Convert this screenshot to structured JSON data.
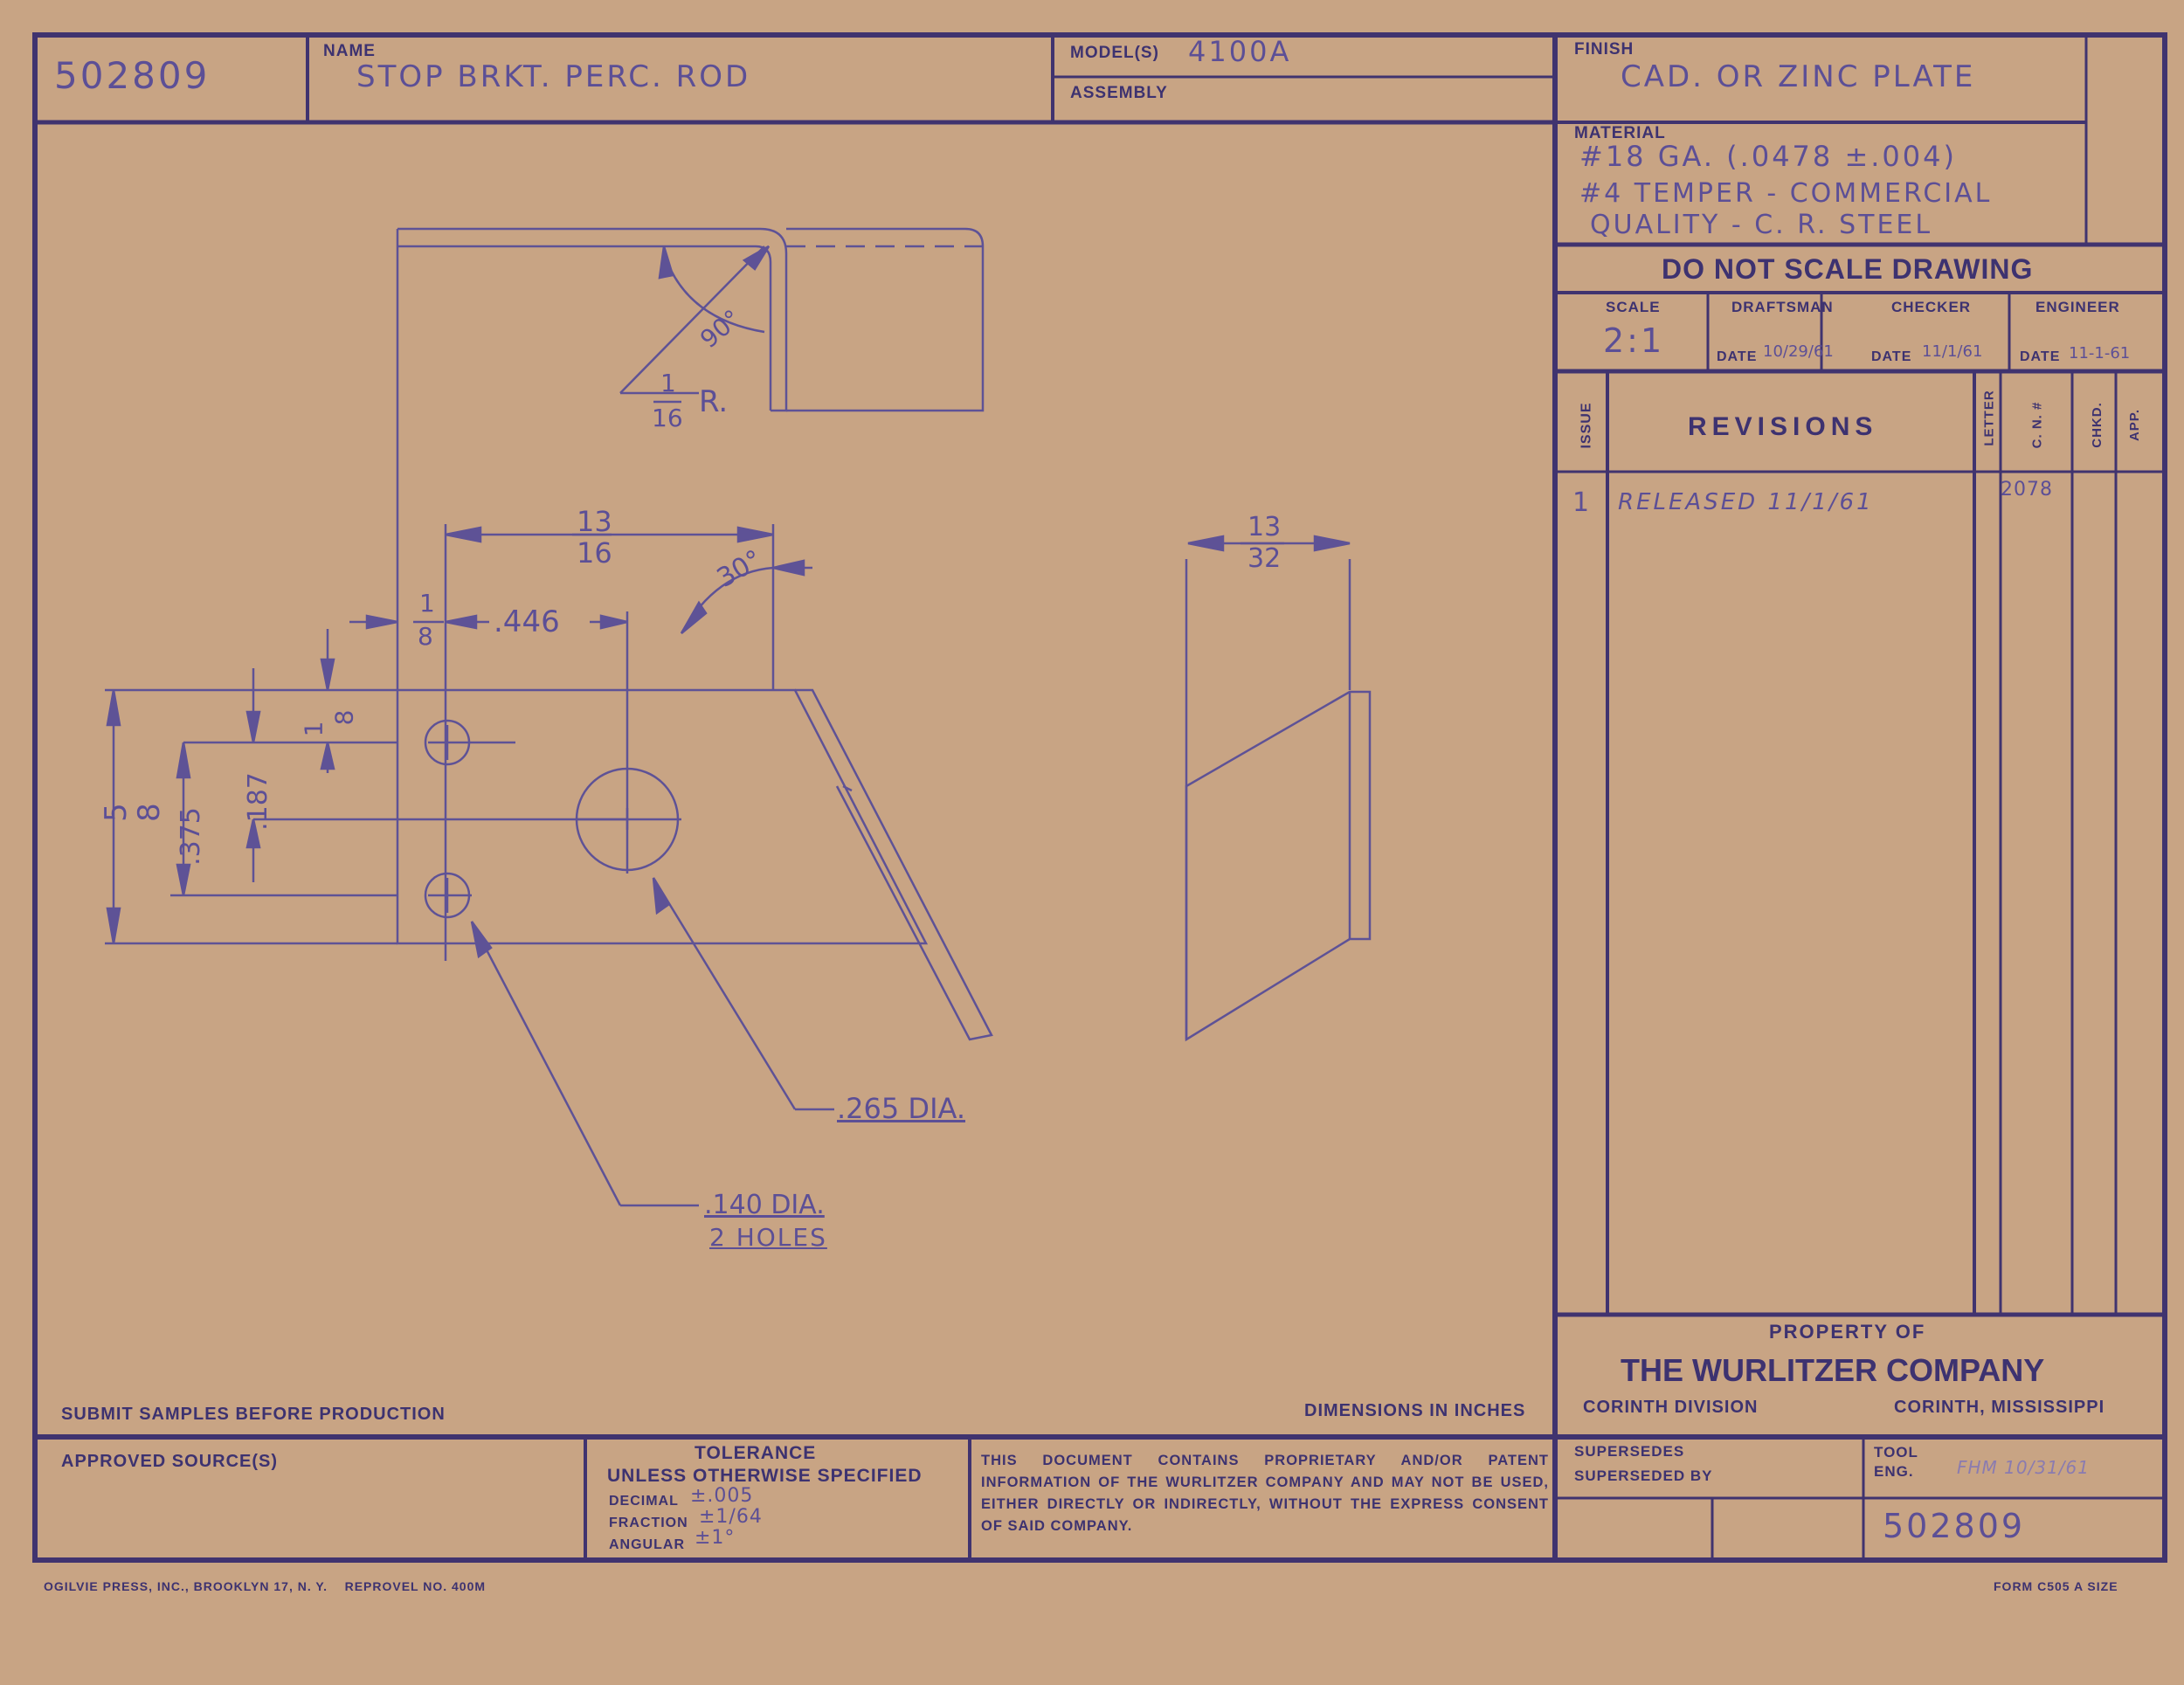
{
  "header": {
    "part_number": "502809",
    "name_label": "NAME",
    "name": "STOP BRKT. PERC. ROD",
    "models_label": "MODEL(S)",
    "models": "4100A",
    "assembly_label": "ASSEMBLY",
    "finish_label": "FINISH",
    "finish": "CAD. OR ZINC PLATE"
  },
  "material": {
    "label": "MATERIAL",
    "line1": "#18 GA. (.0478 ±.004)",
    "line2": "#4 TEMPER - COMMERCIAL",
    "line3": "QUALITY - C. R. STEEL"
  },
  "title_block": {
    "do_not_scale": "DO NOT SCALE DRAWING",
    "scale_label": "SCALE",
    "scale": "2:1",
    "draftsman_label": "DRAFTSMAN",
    "checker_label": "CHECKER",
    "engineer_label": "ENGINEER",
    "date_label": "DATE",
    "draftsman_date": "10/29/61",
    "checker_date": "11/1/61",
    "engineer_date": "11-1-61"
  },
  "revisions": {
    "issue_label": "ISSUE",
    "title": "REVISIONS",
    "letter_label": "LETTER",
    "cn_label": "C. N. #",
    "chkd_label": "CHKD.",
    "app_label": "APP.",
    "rows": [
      {
        "issue": "1",
        "description": "RELEASED 11/1/61",
        "cn": "2078"
      }
    ]
  },
  "property": {
    "label": "PROPERTY OF",
    "company": "THE WURLITZER COMPANY",
    "division": "CORINTH DIVISION",
    "location": "CORINTH, MISSISSIPPI"
  },
  "footer": {
    "submit_samples": "SUBMIT SAMPLES BEFORE PRODUCTION",
    "dimensions_note": "DIMENSIONS IN INCHES",
    "approved_sources": "APPROVED SOURCE(S)",
    "tolerance_title": "TOLERANCE",
    "tolerance_sub": "UNLESS OTHERWISE SPECIFIED",
    "decimal_label": "DECIMAL",
    "decimal_value": "±.005",
    "fraction_label": "FRACTION",
    "fraction_value": "±1/64",
    "angular_label": "ANGULAR",
    "angular_value": "±1°",
    "proprietary": "THIS DOCUMENT CONTAINS PROPRIETARY AND/OR PATENT INFORMATION OF THE WURLITZER COMPANY AND MAY NOT BE USED, EITHER DIRECTLY OR INDIRECTLY, WITHOUT THE EXPRESS CONSENT OF SAID COMPANY.",
    "supersedes_label": "SUPERSEDES",
    "superseded_by_label": "SUPERSEDED BY",
    "tool_eng_label": "TOOL ENG.",
    "tool_eng_value": "FHM 10/31/61",
    "bottom_part_number": "502809",
    "printer": "OGILVIE PRESS, INC., BROOKLYN 17, N. Y.    REPROVEL NO. 400M",
    "form": "FORM C505 A SIZE"
  },
  "drawing": {
    "angle_90": "90°",
    "radius_num": "1",
    "radius_den": "16",
    "radius_suffix": "R.",
    "width_num": "13",
    "width_den": "16",
    "angle_30": "30°",
    "left_num": "1",
    "left_den": "8",
    "dim_446": ".446",
    "top_hole_num": "1",
    "top_hole_den": "8",
    "dim_187": ".187",
    "dim_375": ".375",
    "height_num": "5",
    "height_den": "8",
    "large_hole": ".265 DIA.",
    "small_holes_1": ".140 DIA.",
    "small_holes_2": "2 HOLES",
    "side_num": "13",
    "side_den": "32"
  }
}
